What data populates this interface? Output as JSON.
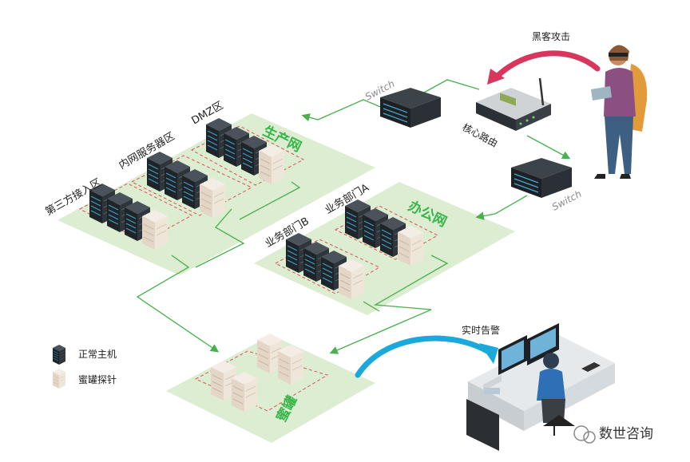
{
  "zones": {
    "production": "生产网",
    "office": "办公网",
    "trap": "蜜罐"
  },
  "areas": {
    "dmz": "DMZ区",
    "intranet_server": "内网服务器区",
    "third_party": "第三方接入区",
    "dept_a": "业务部门A",
    "dept_b": "业务部门B"
  },
  "network": {
    "switch_top": "Switch",
    "switch_right": "Switch",
    "core_router": "核心路由"
  },
  "attack_label": "黑客攻击",
  "alert_label": "实时告警",
  "legend": {
    "normal_host": "正常主机",
    "honeypot_probe": "蜜罐探针"
  },
  "watermark": "数世咨询",
  "colors": {
    "zone_fill": "#dcedd2",
    "zone_text": "#39b54a",
    "link_green": "#48b04c",
    "attack_arrow": "#d9365e",
    "alert_arrow": "#1aa9db",
    "dashed_red": "#e05050"
  }
}
